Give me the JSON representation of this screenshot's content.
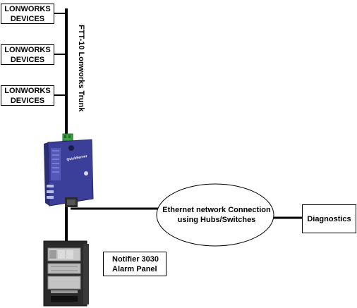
{
  "devices": [
    {
      "label": "LONWORKS\nDEVICES"
    },
    {
      "label": "LONWORKS\nDEVICES"
    },
    {
      "label": "LONWORKS\nDEVICES"
    }
  ],
  "trunk_label": "FTT-10 Lonworks Trunk",
  "gateway": {
    "brand_label": "QuickServer"
  },
  "ethernet_label": "Ethernet network Connection\nusing Hubs/Switches",
  "diagnostics_label": "Diagnostics",
  "panel_label": "Notifier 3030\nAlarm Panel",
  "colors": {
    "gateway": "#3c3f9a",
    "connector": "#3fa046",
    "line": "#000000"
  }
}
